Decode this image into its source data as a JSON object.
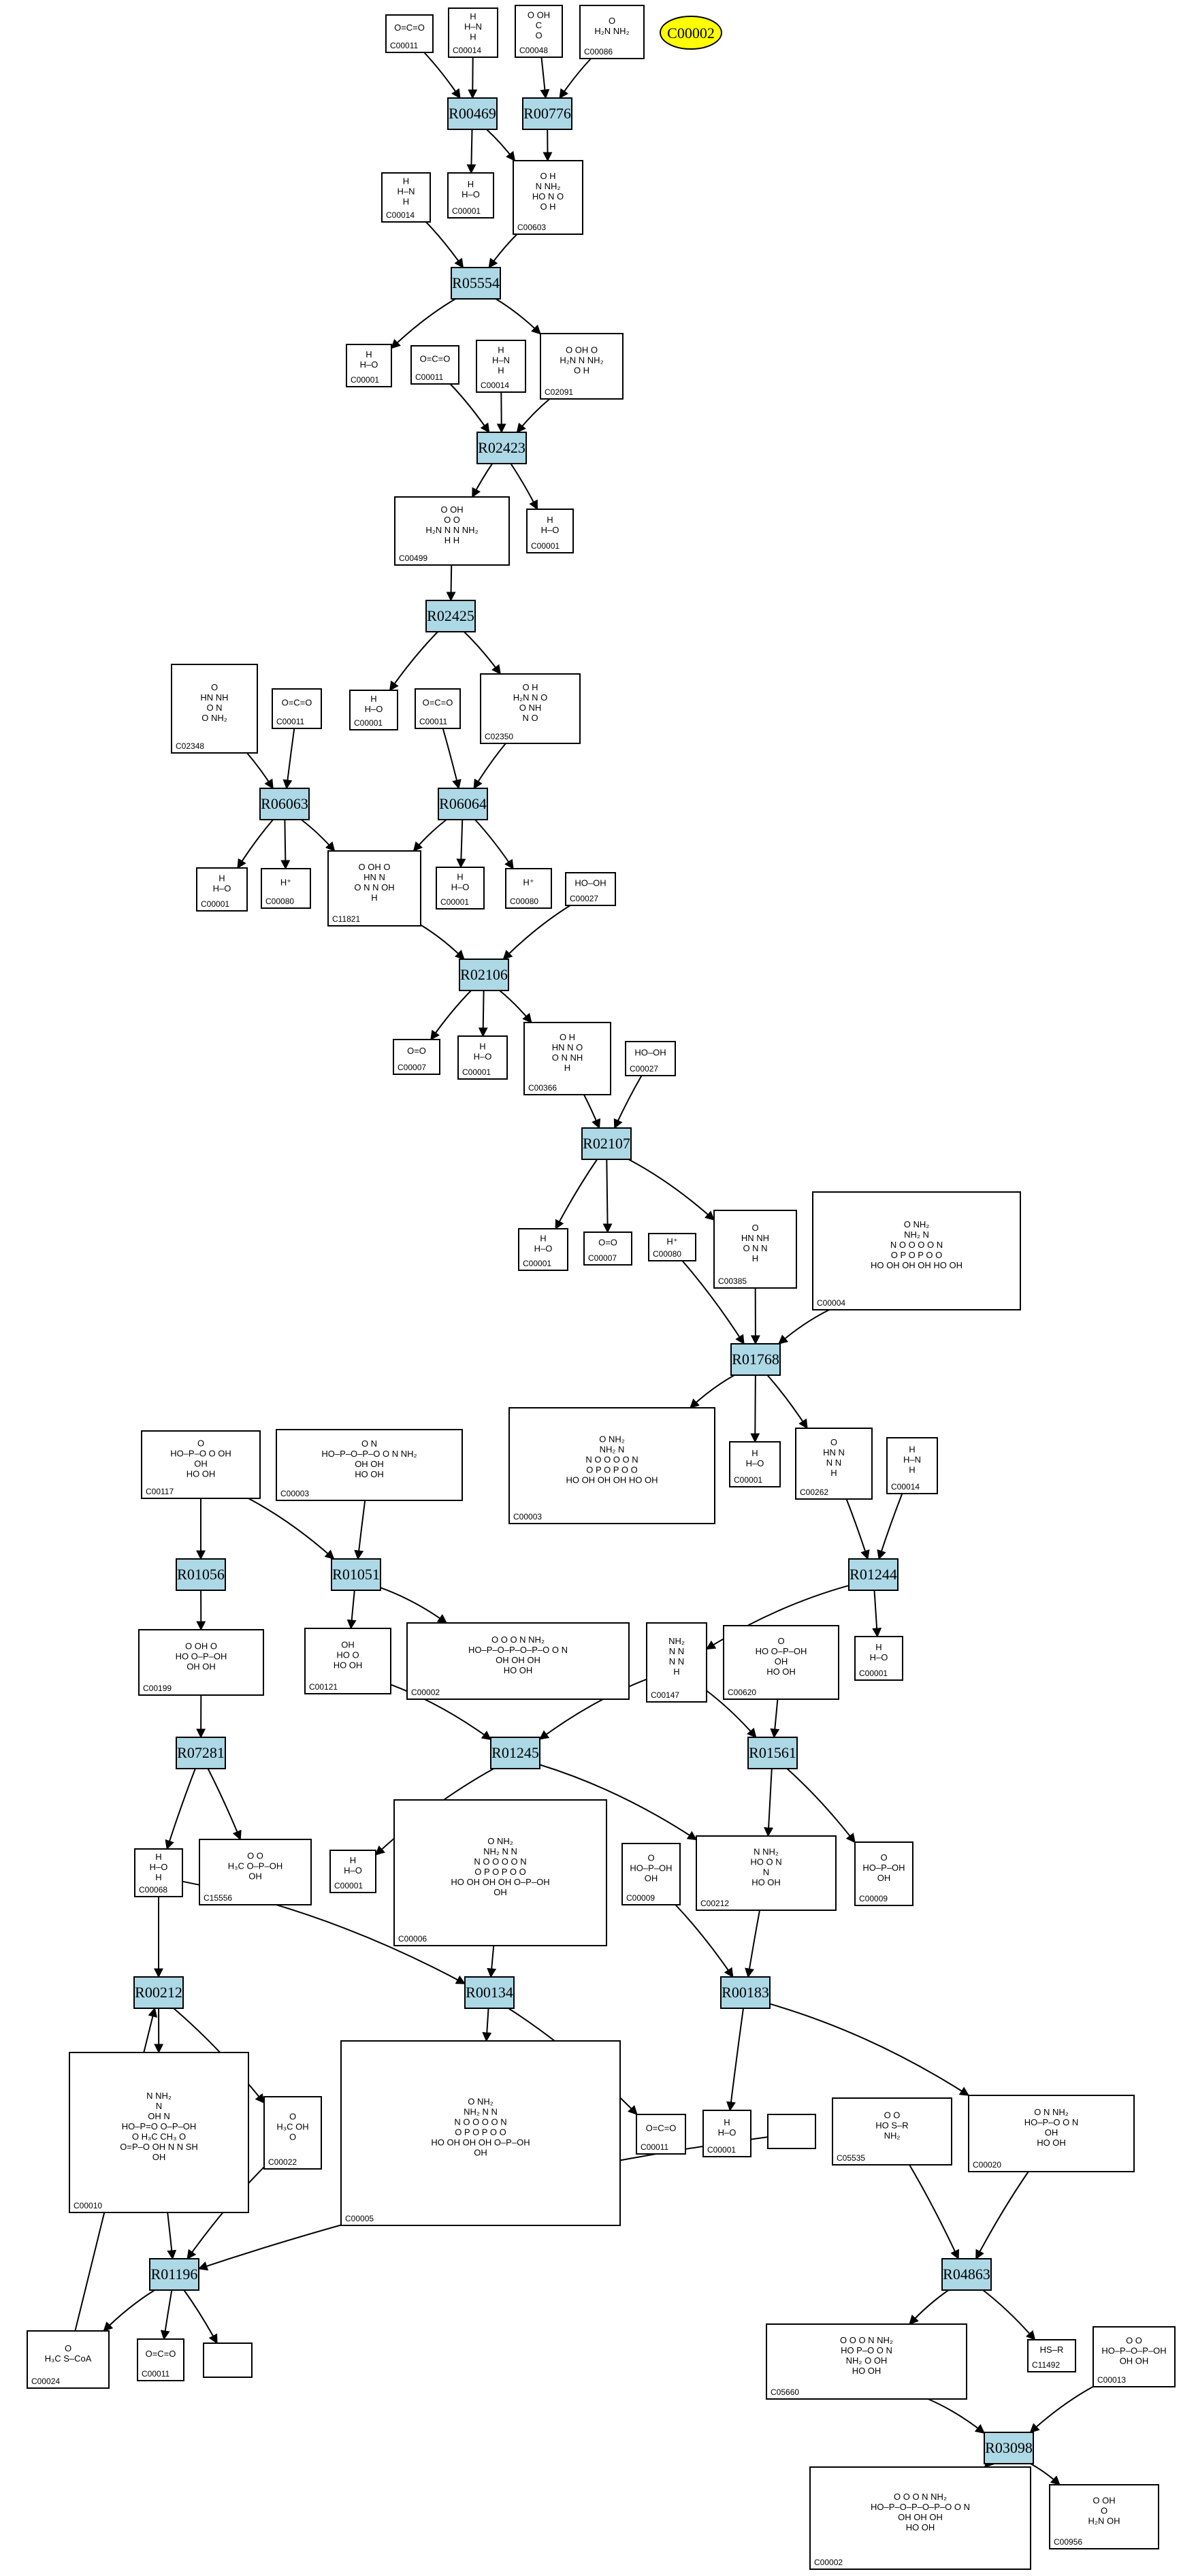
{
  "highlight": {
    "label": "C00002",
    "color": "#ffff00"
  },
  "colors": {
    "reaction": "#add8e6",
    "edge": "#000000"
  },
  "reactions": [
    {
      "id": "R00469",
      "label": "R00469"
    },
    {
      "id": "R00776",
      "label": "R00776"
    },
    {
      "id": "R05554",
      "label": "R05554"
    },
    {
      "id": "R02423",
      "label": "R02423"
    },
    {
      "id": "R02425",
      "label": "R02425"
    },
    {
      "id": "R06063",
      "label": "R06063"
    },
    {
      "id": "R06064",
      "label": "R06064"
    },
    {
      "id": "R02106",
      "label": "R02106"
    },
    {
      "id": "R02107",
      "label": "R02107"
    },
    {
      "id": "R01768",
      "label": "R01768"
    },
    {
      "id": "R01056",
      "label": "R01056"
    },
    {
      "id": "R01051",
      "label": "R01051"
    },
    {
      "id": "R01244",
      "label": "R01244"
    },
    {
      "id": "R07281",
      "label": "R07281"
    },
    {
      "id": "R01245",
      "label": "R01245"
    },
    {
      "id": "R01561",
      "label": "R01561"
    },
    {
      "id": "R00212",
      "label": "R00212"
    },
    {
      "id": "R00134",
      "label": "R00134"
    },
    {
      "id": "R00183",
      "label": "R00183"
    },
    {
      "id": "R01196",
      "label": "R01196"
    },
    {
      "id": "R04863",
      "label": "R04863"
    },
    {
      "id": "R03098",
      "label": "R03098"
    }
  ],
  "compounds": [
    {
      "id": "c1",
      "label": "C00011",
      "structure": [
        "O=C=O"
      ]
    },
    {
      "id": "c2",
      "label": "C00014",
      "structure": [
        "H",
        "H–N",
        "H"
      ]
    },
    {
      "id": "c3",
      "label": "C00048",
      "structure": [
        "O   OH",
        "C",
        "O"
      ]
    },
    {
      "id": "c4",
      "label": "C00086",
      "structure": [
        "O",
        "H₂N   NH₂"
      ]
    },
    {
      "id": "c5",
      "label": "C00014",
      "structure": [
        "H",
        "H–N",
        "H"
      ]
    },
    {
      "id": "c6",
      "label": "C00001",
      "structure": [
        "H",
        "H–O"
      ]
    },
    {
      "id": "c7",
      "label": "C00603",
      "structure": [
        "O  H",
        "N   NH₂",
        "HO   N  O",
        "O  H"
      ]
    },
    {
      "id": "c8",
      "label": "C00001",
      "structure": [
        "H",
        "H–O"
      ]
    },
    {
      "id": "c9",
      "label": "C00011",
      "structure": [
        "O=C=O"
      ]
    },
    {
      "id": "c10",
      "label": "C00014",
      "structure": [
        "H",
        "H–N",
        "H"
      ]
    },
    {
      "id": "c11",
      "label": "C02091",
      "structure": [
        "O  OH    O",
        "H₂N   N   NH₂",
        "O  H"
      ]
    },
    {
      "id": "c12",
      "label": "C00499",
      "structure": [
        "O  OH",
        "O        O",
        "H₂N  N  N  NH₂",
        "H    H"
      ]
    },
    {
      "id": "c13",
      "label": "C00001",
      "structure": [
        "H",
        "H–O"
      ]
    },
    {
      "id": "c14",
      "label": "C02348",
      "structure": [
        "O",
        "HN   NH",
        "O   N",
        "O   NH₂"
      ]
    },
    {
      "id": "c15",
      "label": "C00011",
      "structure": [
        "O=C=O"
      ]
    },
    {
      "id": "c16",
      "label": "C00001",
      "structure": [
        "H",
        "H–O"
      ]
    },
    {
      "id": "c17",
      "label": "C00011",
      "structure": [
        "O=C=O"
      ]
    },
    {
      "id": "c18",
      "label": "C02350",
      "structure": [
        "O   H",
        "H₂N  N   O",
        "O   NH",
        "N   O"
      ]
    },
    {
      "id": "c19",
      "label": "C00001",
      "structure": [
        "H",
        "H–O"
      ]
    },
    {
      "id": "c20",
      "label": "C00080",
      "structure": [
        "H⁺"
      ]
    },
    {
      "id": "c21",
      "label": "C11821",
      "structure": [
        "O  OH   O",
        "HN     N",
        "O  N    N  OH",
        "H"
      ]
    },
    {
      "id": "c22",
      "label": "C00001",
      "structure": [
        "H",
        "H–O"
      ]
    },
    {
      "id": "c23",
      "label": "C00080",
      "structure": [
        "H⁺"
      ]
    },
    {
      "id": "c24",
      "label": "C00027",
      "structure": [
        "HO–OH"
      ]
    },
    {
      "id": "c25",
      "label": "C00007",
      "structure": [
        "O=O"
      ]
    },
    {
      "id": "c26",
      "label": "C00001",
      "structure": [
        "H",
        "H–O"
      ]
    },
    {
      "id": "c27",
      "label": "C00366",
      "structure": [
        "O  H",
        "HN   N   O",
        "O  N   NH",
        "H"
      ]
    },
    {
      "id": "c28",
      "label": "C00027",
      "structure": [
        "HO–OH"
      ]
    },
    {
      "id": "c29",
      "label": "C00001",
      "structure": [
        "H",
        "H–O"
      ]
    },
    {
      "id": "c30",
      "label": "C00007",
      "structure": [
        "O=O"
      ]
    },
    {
      "id": "c31",
      "label": "C00080",
      "structure": [
        "H⁺"
      ]
    },
    {
      "id": "c32",
      "label": "C00385",
      "structure": [
        "O",
        "HN    NH",
        "O  N    N",
        "H"
      ]
    },
    {
      "id": "c33",
      "label": "C00004",
      "structure": [
        "O          NH₂",
        "NH₂         N",
        "N   O  O  O  O  N",
        "O   P O P O  O",
        "HO  OH  OH OH  HO  OH"
      ]
    },
    {
      "id": "c34",
      "label": "C00003",
      "structure": [
        "O          NH₂",
        "NH₂        N",
        "N  O  O  O  O  N",
        "O  P O P O  O",
        "HO  OH OH OH  HO  OH"
      ]
    },
    {
      "id": "c35",
      "label": "C00001",
      "structure": [
        "H",
        "H–O"
      ]
    },
    {
      "id": "c36",
      "label": "C00262",
      "structure": [
        "O",
        "HN    N",
        "N   N",
        "H"
      ]
    },
    {
      "id": "c37",
      "label": "C00014",
      "structure": [
        "H",
        "H–N",
        "H"
      ]
    },
    {
      "id": "c38",
      "label": "C00117",
      "structure": [
        "O",
        "HO–P–O    O  OH",
        "OH",
        "HO  OH"
      ]
    },
    {
      "id": "c39",
      "label": "C00003",
      "structure": [
        "O        N",
        "HO–P–O–P–O  O  N  NH₂",
        "OH  OH",
        "HO  OH"
      ]
    },
    {
      "id": "c40",
      "label": "C00199",
      "structure": [
        "O   OH   O",
        "HO      O–P–OH",
        "OH   OH"
      ]
    },
    {
      "id": "c41",
      "label": "C00121",
      "structure": [
        "OH",
        "HO   O",
        "HO  OH"
      ]
    },
    {
      "id": "c42",
      "label": "C00002",
      "structure": [
        "O   O   O        N   NH₂",
        "HO–P–O–P–O–P–O  O  N",
        "OH  OH  OH",
        "HO  OH"
      ]
    },
    {
      "id": "c43",
      "label": "C00001",
      "structure": [
        "H",
        "H–O"
      ]
    },
    {
      "id": "c44",
      "label": "C00147",
      "structure": [
        "NH₂",
        "N   N",
        "N   N",
        "H"
      ]
    },
    {
      "id": "c45",
      "label": "C00620",
      "structure": [
        "O",
        "HO   O–P–OH",
        "OH",
        "HO  OH"
      ]
    },
    {
      "id": "c46",
      "label": "C00068",
      "structure": [
        "H",
        "H–O",
        "H"
      ]
    },
    {
      "id": "c47",
      "label": "C15556",
      "structure": [
        "O   O",
        "H₃C      O–P–OH",
        "OH"
      ]
    },
    {
      "id": "c48",
      "label": "C00001",
      "structure": [
        "H",
        "H–O"
      ]
    },
    {
      "id": "c49",
      "label": "C00006",
      "structure": [
        "O      NH₂",
        "NH₂    N   N",
        "N  O  O O O  N",
        "O  P O P O O",
        "HO  OH OH OH  O–P–OH",
        "OH"
      ]
    },
    {
      "id": "c50",
      "label": "C00009",
      "structure": [
        "O",
        "HO–P–OH",
        "OH"
      ]
    },
    {
      "id": "c51",
      "label": "C00212",
      "structure": [
        "N   NH₂",
        "HO   O  N",
        "N",
        "HO  OH"
      ]
    },
    {
      "id": "c52",
      "label": "C00009",
      "structure": [
        "O",
        "HO–P–OH",
        "OH"
      ]
    },
    {
      "id": "c53",
      "label": "C00010",
      "structure": [
        "N  NH₂",
        "N",
        "OH   N",
        "HO–P=O  O–P–OH",
        "O  H₃C CH₃  O",
        "O=P–O   OH  N   N  SH",
        "OH"
      ]
    },
    {
      "id": "c54",
      "label": "C00022",
      "structure": [
        "O",
        "H₃C    OH",
        "O"
      ]
    },
    {
      "id": "c55",
      "label": "C00005",
      "structure": [
        "O              NH₂",
        "NH₂            N    N",
        "N  O   O   O   O   N",
        "O   P O P  O   O",
        "HO  OH  OH  OH   O–P–OH",
        "OH"
      ]
    },
    {
      "id": "c56",
      "label": "C00011",
      "structure": [
        "O=C=O"
      ]
    },
    {
      "id": "c57",
      "label": "C00001",
      "structure": [
        "H",
        "H–O"
      ]
    },
    {
      "id": "c58",
      "label": "",
      "structure": []
    },
    {
      "id": "c59",
      "label": "C05535",
      "structure": [
        "O          O",
        "HO        S–R",
        "NH₂"
      ]
    },
    {
      "id": "c60",
      "label": "C00020",
      "structure": [
        "O          N  NH₂",
        "HO–P–O  O  N",
        "OH",
        "HO  OH"
      ]
    },
    {
      "id": "c61",
      "label": "C00024",
      "structure": [
        "O",
        "H₃C  S–CoA"
      ]
    },
    {
      "id": "c62",
      "label": "C00011",
      "structure": [
        "O=C=O"
      ]
    },
    {
      "id": "c63",
      "label": "",
      "structure": []
    },
    {
      "id": "c64",
      "label": "C05660",
      "structure": [
        "O       O  O    N  NH₂",
        "HO         P–O  O  N",
        "NH₂  O  OH",
        "HO  OH"
      ]
    },
    {
      "id": "c65",
      "label": "C11492",
      "structure": [
        "HS–R"
      ]
    },
    {
      "id": "c66",
      "label": "C00013",
      "structure": [
        "O  O",
        "HO–P–O–P–OH",
        "OH  OH"
      ]
    },
    {
      "id": "c67",
      "label": "C00002",
      "structure": [
        "O  O  O         N  NH₂",
        "HO–P–O–P–O–P–O  O  N",
        "OH OH OH",
        "HO  OH"
      ]
    },
    {
      "id": "c68",
      "label": "C00956",
      "structure": [
        "O  OH",
        "O",
        "H₂N      OH"
      ]
    }
  ]
}
